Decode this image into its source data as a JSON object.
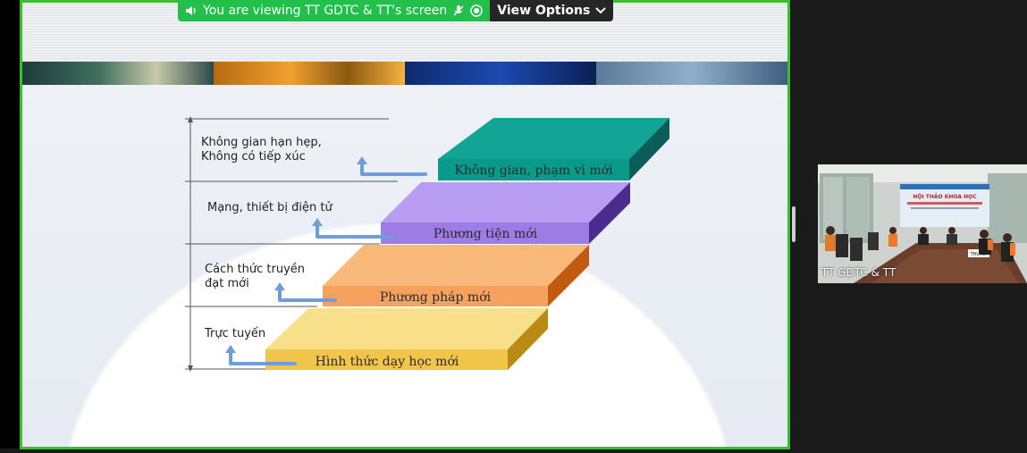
{
  "banner": {
    "viewing_text": "You are viewing TT GDTC & TT's screen",
    "view_options_label": "View Options"
  },
  "slide": {
    "steps": [
      {
        "label": "Không gian, phạm vi mới",
        "note_lines": [
          "Không gian hạn hẹp,",
          "Không có tiếp xúc"
        ],
        "color": "#0a9a8c"
      },
      {
        "label": "Phương tiện mới",
        "note_lines": [
          "Mạng, thiết bị điện tử"
        ],
        "color": "#9d7ce6"
      },
      {
        "label": "Phương pháp mới",
        "note_lines": [
          "Cách thức truyền",
          "đạt mới"
        ],
        "color": "#f6a25c"
      },
      {
        "label": "Hình thức dạy học mới",
        "note_lines": [
          "Trực tuyến"
        ],
        "color": "#f1c54a"
      }
    ]
  },
  "participant": {
    "name": "TT GDTC & TT",
    "screen_title": "HỘI THẢO KHOA HỌC",
    "table_sign": "THƯ KÝ"
  },
  "colors": {
    "share_border": "#3cbf2e",
    "banner_green": "#22c04a",
    "banner_dark": "#262626",
    "arrow": "#6f9ddc"
  },
  "icons": {
    "speaker": "speaker-icon",
    "mic_muted": "mic-muted-icon",
    "record": "record-icon",
    "chevron": "chevron-down-icon"
  }
}
